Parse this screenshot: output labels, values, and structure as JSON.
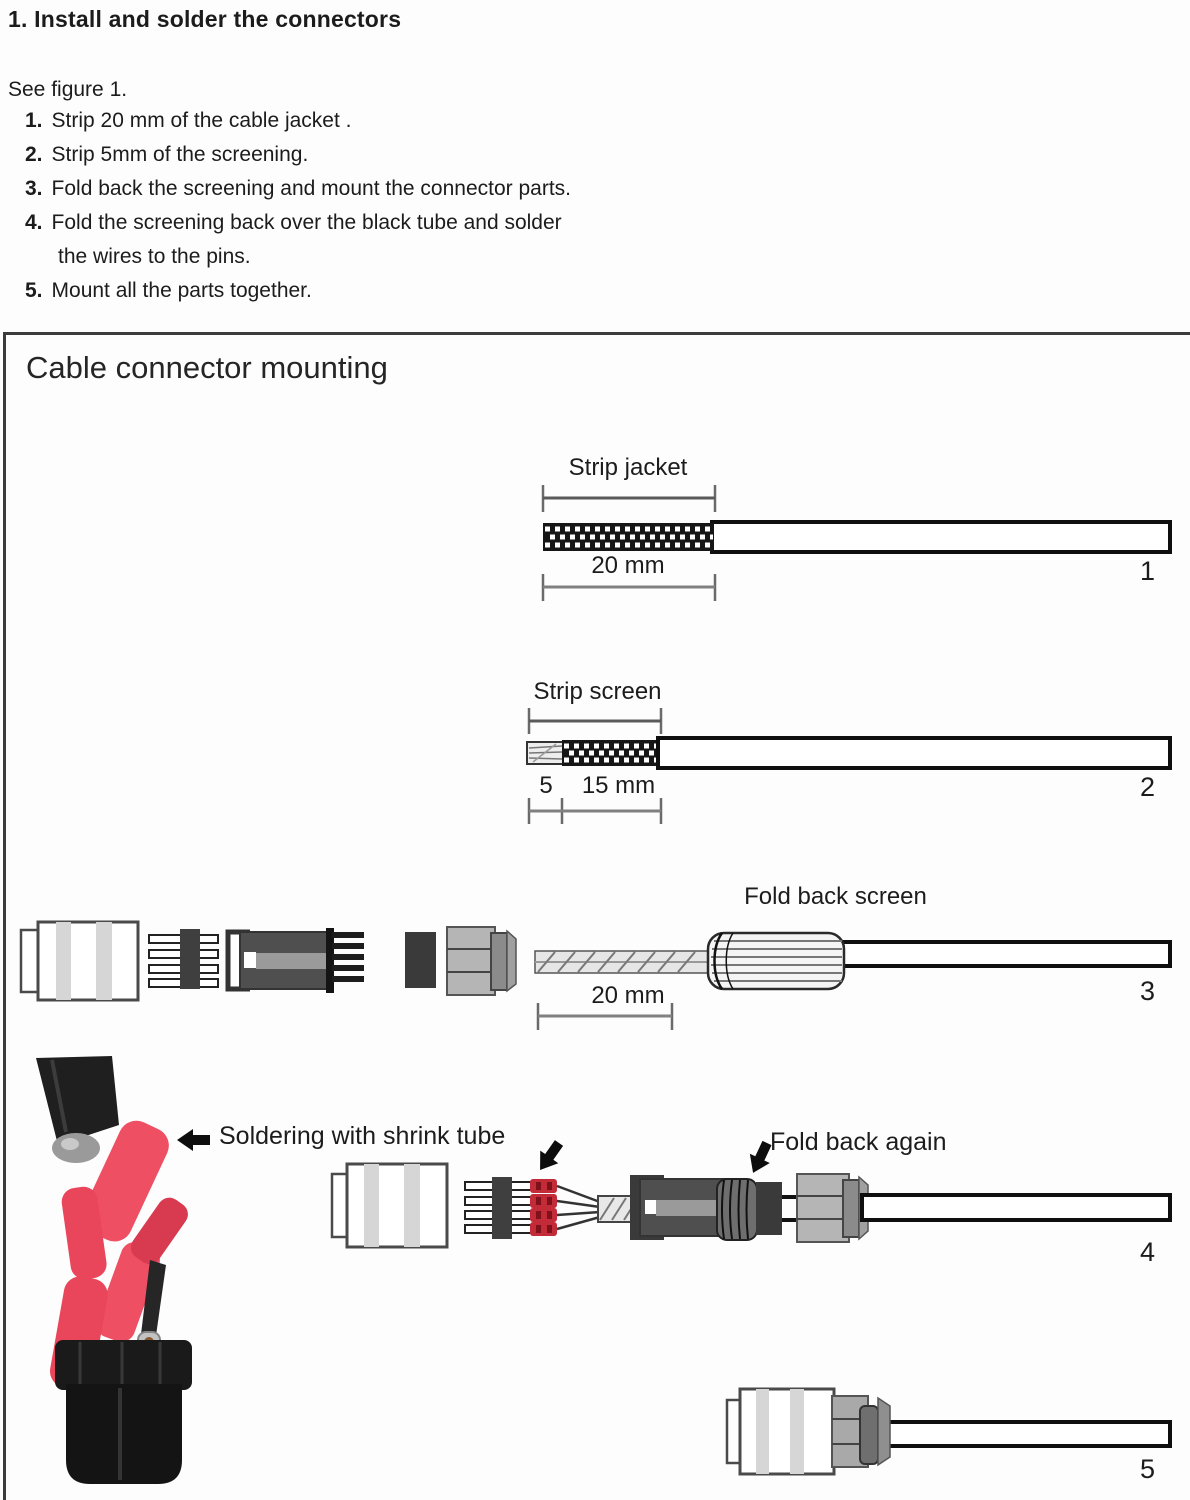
{
  "instructions": {
    "heading": "1. Install and solder the connectors",
    "intro": "See figure 1.",
    "steps": [
      {
        "num": "1.",
        "text": "Strip 20 mm of the cable jacket ."
      },
      {
        "num": "2.",
        "text": "Strip 5mm of the screening."
      },
      {
        "num": "3.",
        "text": "Fold back the screening and mount the connector parts."
      },
      {
        "num": "4.",
        "text": "Fold the screening back over the black tube and solder",
        "text_cont": "the wires to the pins."
      },
      {
        "num": "5.",
        "text": "Mount all the parts together."
      }
    ]
  },
  "figure": {
    "title": "Cable connector mounting",
    "annotations": {
      "strip_jacket": "Strip jacket",
      "jacket_dim": "20 mm",
      "strip_screen": "Strip screen",
      "screen_dim_5": "5",
      "screen_dim_15": "15 mm",
      "fold_back_screen": "Fold back screen",
      "fold_dim": "20 mm",
      "soldering": "Soldering with shrink tube",
      "fold_back_again": "Fold back again"
    },
    "step_numbers": [
      "1",
      "2",
      "3",
      "4",
      "5"
    ]
  },
  "colors": {
    "border": "#3c3c3c",
    "dimension_line": "#808080",
    "cable_outline": "#0f0f0f",
    "dark_part": "#4f4f4f",
    "black_tube": "#3a3a3a",
    "light_part": "#b5b5b5",
    "red_shrink_tube": "#c32b38",
    "photo_red": "#ee4f63"
  }
}
